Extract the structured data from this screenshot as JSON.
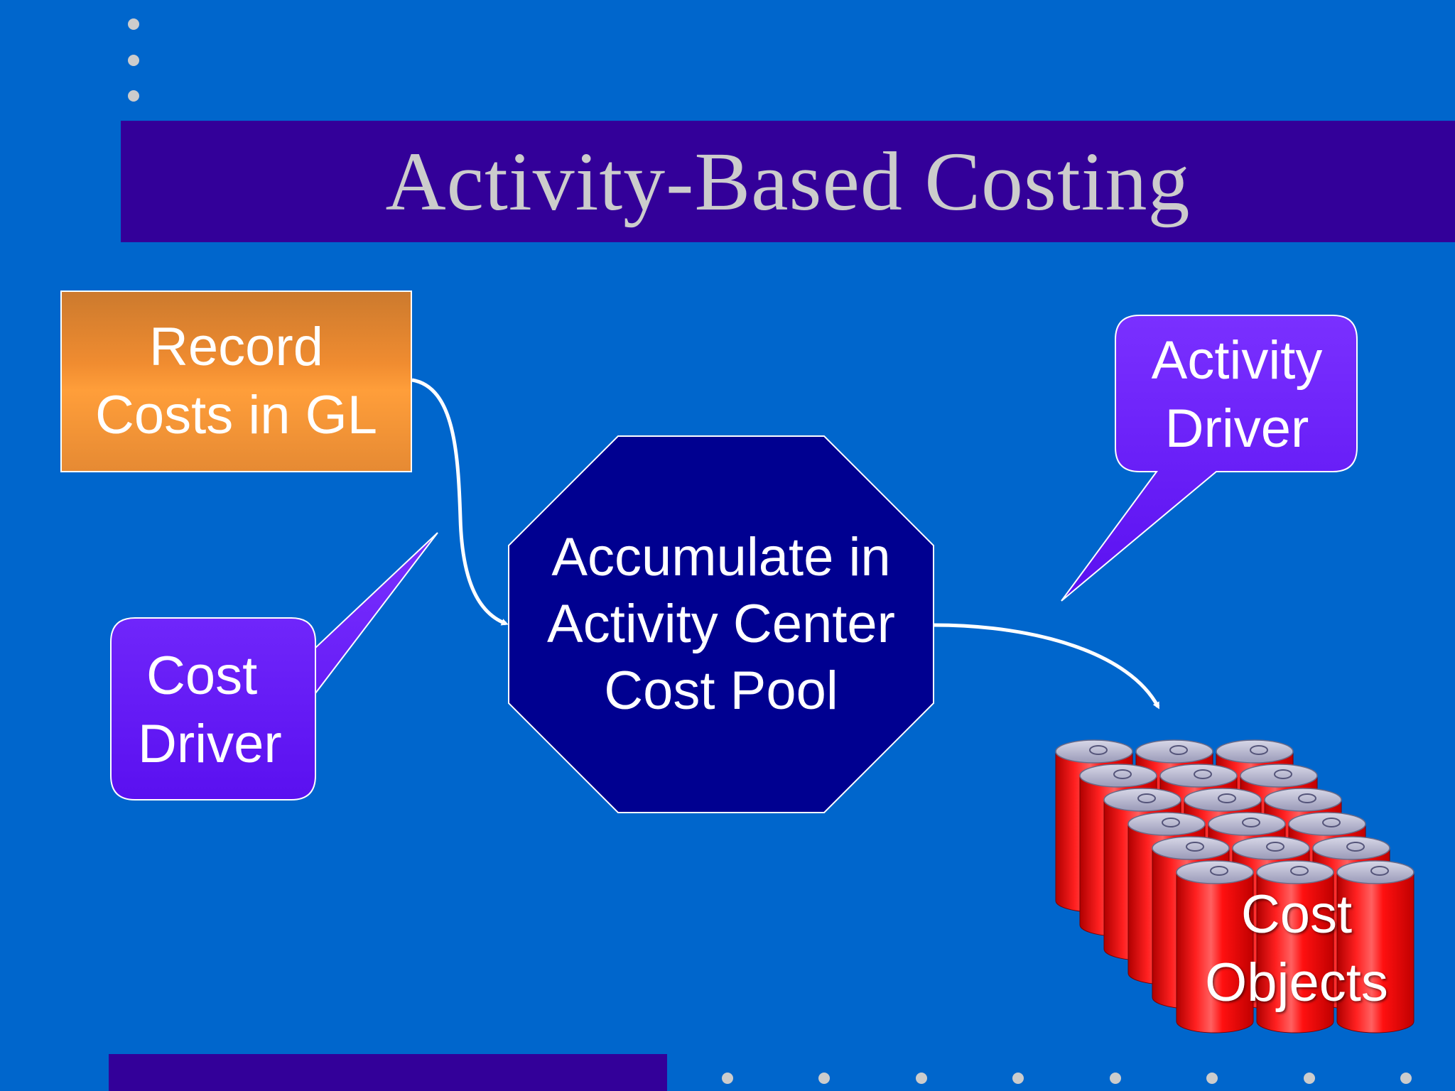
{
  "slide": {
    "title": "Activity-Based Costing",
    "record_box": {
      "line1": "Record",
      "line2": "Costs in GL"
    },
    "cost_driver": {
      "line1": "Cost",
      "line2": "Driver"
    },
    "activity_driver": {
      "line1": "Activity",
      "line2": "Driver"
    },
    "cost_pool": {
      "line1": "Accumulate in",
      "line2": "Activity Center",
      "line3": "Cost Pool"
    },
    "cost_objects": {
      "line1": "Cost",
      "line2": "Objects"
    }
  },
  "colors": {
    "background": "#0066CC",
    "title_band": "#330099",
    "title_text": "#CCCCCC",
    "record_box": "#F08C30",
    "callout": "#6A1AFF",
    "octagon": "#000090",
    "can_red": "#FF1010",
    "connector": "#FFFFFF"
  }
}
